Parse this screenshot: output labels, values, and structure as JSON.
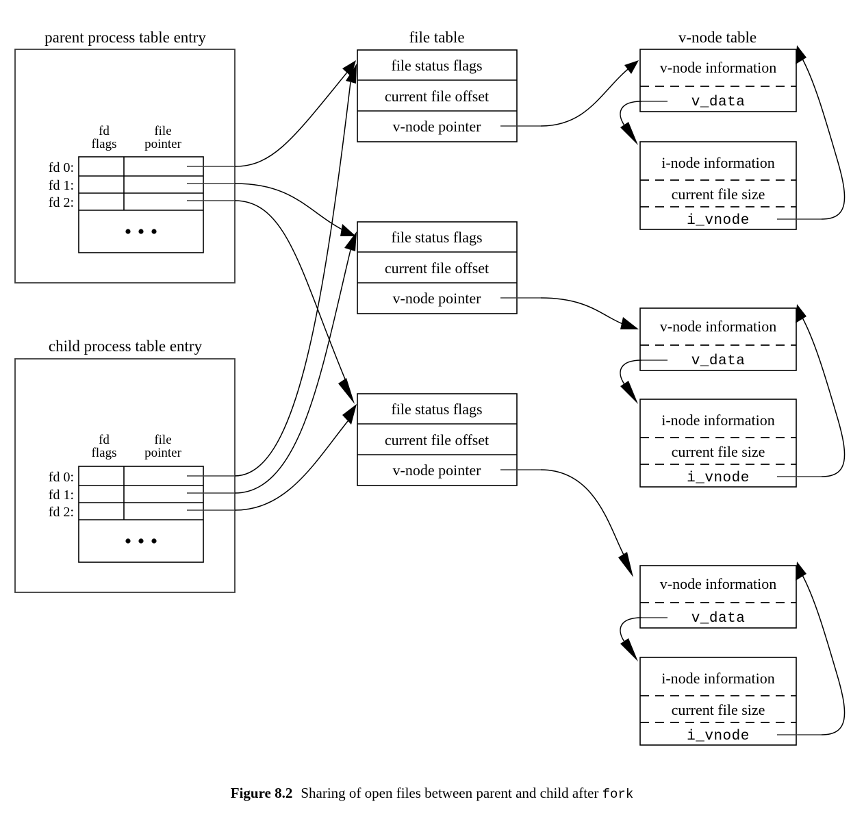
{
  "figure": {
    "number": "Figure 8.2",
    "caption_text": "Sharing of open files between parent and child after",
    "caption_mono": "fork"
  },
  "titles": {
    "parent_process": "parent process table entry",
    "child_process": "child process table entry",
    "file_table": "file table",
    "vnode_table": "v-node table"
  },
  "fd_table": {
    "header_col1_line1": "fd",
    "header_col1_line2": "flags",
    "header_col2_line1": "file",
    "header_col2_line2": "pointer",
    "rows": [
      {
        "label": "fd 0:"
      },
      {
        "label": "fd 1:"
      },
      {
        "label": "fd 2:"
      }
    ],
    "ellipsis": "• • •"
  },
  "file_table_entries": [
    {
      "row1": "file status flags",
      "row2": "current file offset",
      "row3": "v-node pointer"
    },
    {
      "row1": "file status flags",
      "row2": "current file offset",
      "row3": "v-node pointer"
    },
    {
      "row1": "file status flags",
      "row2": "current file offset",
      "row3": "v-node pointer"
    }
  ],
  "vnode_entries": [
    {
      "info": "v-node information",
      "data": "v_data"
    },
    {
      "info": "v-node information",
      "data": "v_data"
    },
    {
      "info": "v-node information",
      "data": "v_data"
    }
  ],
  "inode_entries": [
    {
      "info": "i-node information",
      "size": "current file size",
      "vnode": "i_vnode"
    },
    {
      "info": "i-node information",
      "size": "current file size",
      "vnode": "i_vnode"
    },
    {
      "info": "i-node information",
      "size": "current file size",
      "vnode": "i_vnode"
    }
  ],
  "colors": {
    "background": "#ffffff",
    "stroke": "#000000",
    "outer_stroke": "#3a3a3a",
    "pointer_line": "#3c3c3c"
  }
}
